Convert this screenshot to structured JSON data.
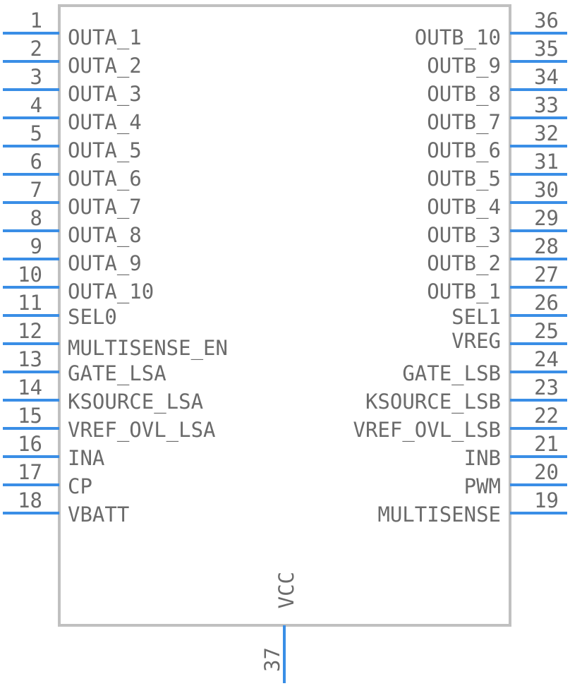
{
  "component": {
    "colors": {
      "body_outline": "#c0c0c0",
      "pin": "#3a8ee6",
      "text": "#6b6b6b"
    },
    "left_pins": [
      {
        "number": "1",
        "name": "OUTA_1"
      },
      {
        "number": "2",
        "name": "OUTA_2"
      },
      {
        "number": "3",
        "name": "OUTA_3"
      },
      {
        "number": "4",
        "name": "OUTA_4"
      },
      {
        "number": "5",
        "name": "OUTA_5"
      },
      {
        "number": "6",
        "name": "OUTA_6"
      },
      {
        "number": "7",
        "name": "OUTA_7"
      },
      {
        "number": "8",
        "name": "OUTA_8"
      },
      {
        "number": "9",
        "name": "OUTA_9"
      },
      {
        "number": "10",
        "name": "OUTA_10"
      },
      {
        "number": "11",
        "name": "SEL0"
      },
      {
        "number": "12",
        "name": "MULTISENSE_EN"
      },
      {
        "number": "13",
        "name": "GATE_LSA"
      },
      {
        "number": "14",
        "name": "KSOURCE_LSA"
      },
      {
        "number": "15",
        "name": "VREF_OVL_LSA"
      },
      {
        "number": "16",
        "name": "INA"
      },
      {
        "number": "17",
        "name": "CP"
      },
      {
        "number": "18",
        "name": "VBATT"
      }
    ],
    "right_pins": [
      {
        "number": "36",
        "name": "OUTB_10"
      },
      {
        "number": "35",
        "name": "OUTB_9"
      },
      {
        "number": "34",
        "name": "OUTB_8"
      },
      {
        "number": "33",
        "name": "OUTB_7"
      },
      {
        "number": "32",
        "name": "OUTB_6"
      },
      {
        "number": "31",
        "name": "OUTB_5"
      },
      {
        "number": "30",
        "name": "OUTB_4"
      },
      {
        "number": "29",
        "name": "OUTB_3"
      },
      {
        "number": "28",
        "name": "OUTB_2"
      },
      {
        "number": "27",
        "name": "OUTB_1"
      },
      {
        "number": "26",
        "name": "SEL1"
      },
      {
        "number": "25",
        "name": "VREG"
      },
      {
        "number": "24",
        "name": "GATE_LSB"
      },
      {
        "number": "23",
        "name": "KSOURCE_LSB"
      },
      {
        "number": "22",
        "name": "VREF_OVL_LSB"
      },
      {
        "number": "21",
        "name": "INB"
      },
      {
        "number": "20",
        "name": "PWM"
      },
      {
        "number": "19",
        "name": "MULTISENSE"
      }
    ],
    "bottom_pins": [
      {
        "number": "37",
        "name": "VCC"
      }
    ]
  }
}
